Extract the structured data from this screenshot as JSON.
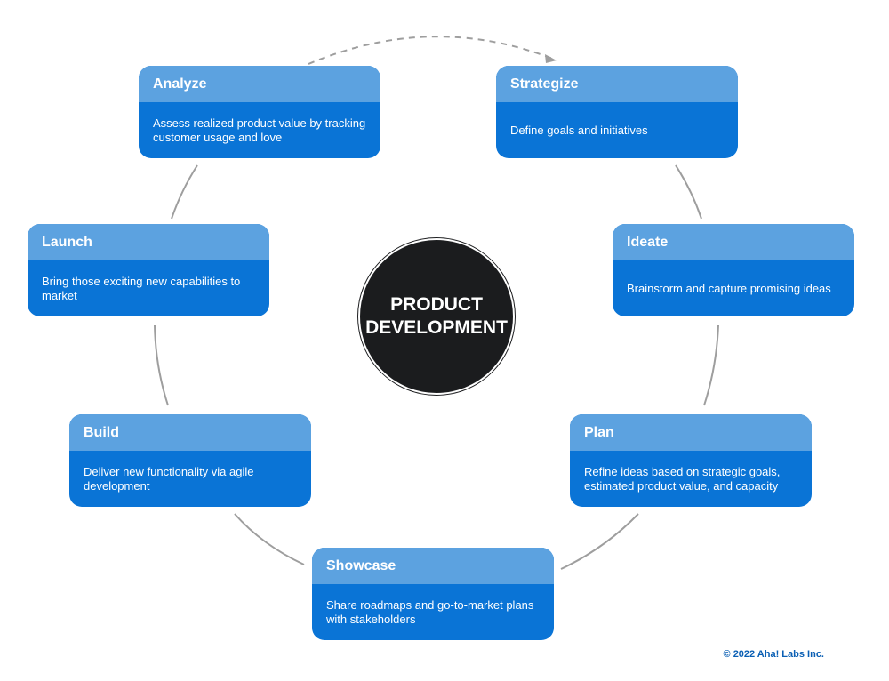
{
  "center": {
    "line1": "PRODUCT",
    "line2": "DEVELOPMENT"
  },
  "stages": [
    {
      "title": "Strategize",
      "description": "Define goals and initiatives"
    },
    {
      "title": "Ideate",
      "description": "Brainstorm and capture promising ideas"
    },
    {
      "title": "Plan",
      "description": "Refine ideas based on strategic goals, estimated product value, and capacity"
    },
    {
      "title": "Showcase",
      "description": "Share roadmaps and go-to-market plans with stakeholders"
    },
    {
      "title": "Build",
      "description": "Deliver new functionality via agile development"
    },
    {
      "title": "Launch",
      "description": "Bring those exciting new capabilities to market"
    },
    {
      "title": "Analyze",
      "description": "Assess realized product value by tracking customer usage and love"
    }
  ],
  "footer": {
    "copyright": "© 2022 Aha! Labs Inc."
  },
  "colors": {
    "card_header": "#5ca2e0",
    "card_body": "#0a74d6",
    "center_circle": "#1b1c1e",
    "connector": "#9e9e9e",
    "copyright_text": "#0a5fb4"
  }
}
